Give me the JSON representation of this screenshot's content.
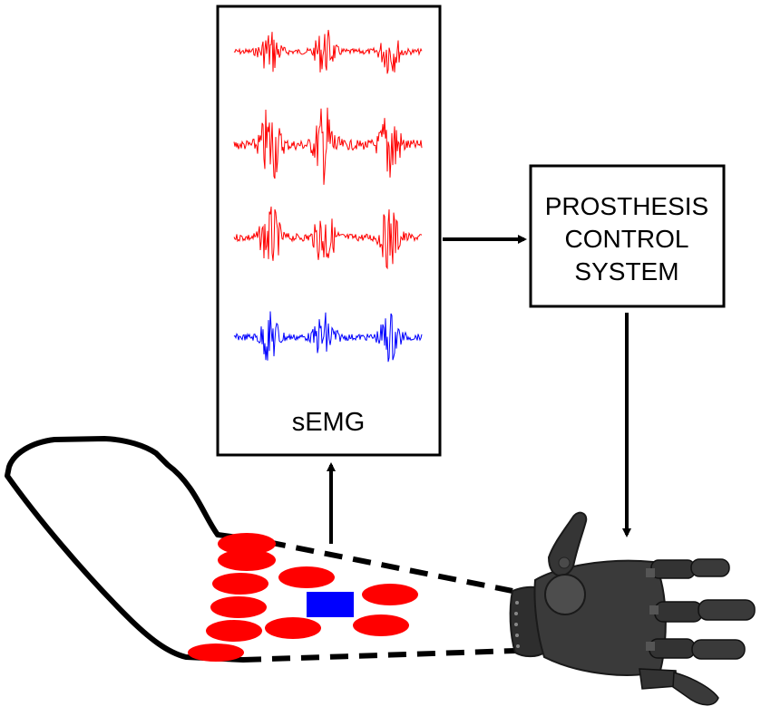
{
  "semg_box": {
    "label": "sEMG",
    "signals": [
      {
        "color": "#ff0000"
      },
      {
        "color": "#ff0000"
      },
      {
        "color": "#ff0000"
      },
      {
        "color": "#0000ff"
      }
    ]
  },
  "control_box": {
    "lines": [
      "PROSTHESIS",
      "CONTROL",
      "SYSTEM"
    ]
  },
  "electrodes": {
    "color": "#ff0000",
    "count": 10,
    "reference_color": "#0000ff"
  },
  "hand": {
    "color": "#3a3a3a",
    "highlight": "#5a5a5a"
  }
}
